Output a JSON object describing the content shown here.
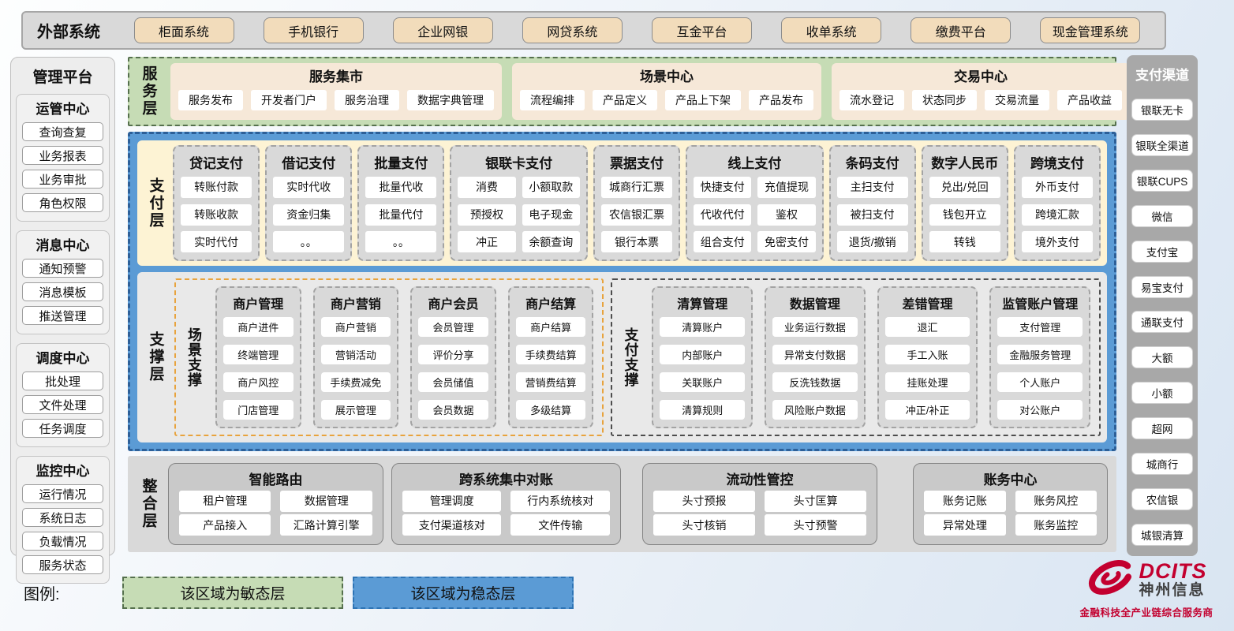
{
  "colors": {
    "stable_blue": "#5b9bd5",
    "agile_green": "#c6dcb5",
    "payment_cream": "#fdf3d4",
    "external_tan": "#f2dcbb",
    "orange_dash": "#e8a33d",
    "logo_red": "#c3002f"
  },
  "external": {
    "label": "外部系统",
    "items": [
      "柜面系统",
      "手机银行",
      "企业网银",
      "网贷系统",
      "互金平台",
      "收单系统",
      "缴费平台",
      "现金管理系统"
    ]
  },
  "mgmt": {
    "title": "管理平台",
    "sections": [
      {
        "title": "运管中心",
        "items": [
          "查询查复",
          "业务报表",
          "业务审批",
          "角色权限"
        ]
      },
      {
        "title": "消息中心",
        "items": [
          "通知预警",
          "消息模板",
          "推送管理"
        ]
      },
      {
        "title": "调度中心",
        "items": [
          "批处理",
          "文件处理",
          "任务调度"
        ]
      },
      {
        "title": "监控中心",
        "items": [
          "运行情况",
          "系统日志",
          "负载情况",
          "服务状态"
        ]
      }
    ]
  },
  "service": {
    "label": "服务层",
    "groups": [
      {
        "title": "服务集市",
        "items": [
          "服务发布",
          "开发者门户",
          "服务治理",
          "数据字典管理"
        ]
      },
      {
        "title": "场景中心",
        "items": [
          "流程编排",
          "产品定义",
          "产品上下架",
          "产品发布"
        ]
      },
      {
        "title": "交易中心",
        "items": [
          "流水登记",
          "状态同步",
          "交易流量",
          "产品收益"
        ]
      }
    ]
  },
  "payment": {
    "label": "支付层",
    "columns": [
      {
        "title": "贷记支付",
        "rows": [
          [
            "转账付款"
          ],
          [
            "转账收款"
          ],
          [
            "实时代付"
          ]
        ]
      },
      {
        "title": "借记支付",
        "rows": [
          [
            "实时代收"
          ],
          [
            "资金归集"
          ],
          [
            "。。"
          ]
        ]
      },
      {
        "title": "批量支付",
        "rows": [
          [
            "批量代收"
          ],
          [
            "批量代付"
          ],
          [
            "。。"
          ]
        ]
      },
      {
        "title": "银联卡支付",
        "rows": [
          [
            "消费",
            "小额取款"
          ],
          [
            "预授权",
            "电子现金"
          ],
          [
            "冲正",
            "余额查询"
          ]
        ]
      },
      {
        "title": "票据支付",
        "rows": [
          [
            "城商行汇票"
          ],
          [
            "农信银汇票"
          ],
          [
            "银行本票"
          ]
        ]
      },
      {
        "title": "线上支付",
        "rows": [
          [
            "快捷支付",
            "充值提现"
          ],
          [
            "代收代付",
            "鉴权"
          ],
          [
            "组合支付",
            "免密支付"
          ]
        ]
      },
      {
        "title": "条码支付",
        "rows": [
          [
            "主扫支付"
          ],
          [
            "被扫支付"
          ],
          [
            "退货/撤销"
          ]
        ]
      },
      {
        "title": "数字人民币",
        "rows": [
          [
            "兑出/兑回"
          ],
          [
            "钱包开立"
          ],
          [
            "转钱"
          ]
        ]
      },
      {
        "title": "跨境支付",
        "rows": [
          [
            "外币支付"
          ],
          [
            "跨境汇款"
          ],
          [
            "境外支付"
          ]
        ]
      }
    ]
  },
  "support": {
    "label": "支撑层",
    "groups": [
      {
        "label": "场景支撑",
        "columns": [
          {
            "title": "商户管理",
            "items": [
              "商户进件",
              "终端管理",
              "商户风控",
              "门店管理"
            ]
          },
          {
            "title": "商户营销",
            "items": [
              "商户营销",
              "营销活动",
              "手续费减免",
              "展示管理"
            ]
          },
          {
            "title": "商户会员",
            "items": [
              "会员管理",
              "评价分享",
              "会员储值",
              "会员数据"
            ]
          },
          {
            "title": "商户结算",
            "items": [
              "商户结算",
              "手续费结算",
              "营销费结算",
              "多级结算"
            ]
          }
        ]
      },
      {
        "label": "支付支撑",
        "columns": [
          {
            "title": "清算管理",
            "items": [
              "清算账户",
              "内部账户",
              "关联账户",
              "清算规则"
            ]
          },
          {
            "title": "数据管理",
            "items": [
              "业务运行数据",
              "异常支付数据",
              "反洗钱数据",
              "风险账户数据"
            ]
          },
          {
            "title": "差错管理",
            "items": [
              "退汇",
              "手工入账",
              "挂账处理",
              "冲正/补正"
            ]
          },
          {
            "title": "监管账户管理",
            "items": [
              "支付管理",
              "金融服务管理",
              "个人账户",
              "对公账户"
            ]
          }
        ]
      }
    ]
  },
  "integration": {
    "label": "整合层",
    "groups": [
      {
        "title": "智能路由",
        "rows": [
          [
            "租户管理",
            "数据管理"
          ],
          [
            "产品接入",
            "汇路计算引擎"
          ]
        ]
      },
      {
        "title": "跨系统集中对账",
        "rows": [
          [
            "管理调度",
            "行内系统核对"
          ],
          [
            "支付渠道核对",
            "文件传输"
          ]
        ]
      },
      {
        "title": "流动性管控",
        "rows": [
          [
            "头寸预报",
            "头寸匡算"
          ],
          [
            "头寸核销",
            "头寸预警"
          ]
        ]
      },
      {
        "title": "账务中心",
        "rows": [
          [
            "账务记账",
            "账务风控"
          ],
          [
            "异常处理",
            "账务监控"
          ]
        ]
      }
    ]
  },
  "channels": {
    "title": "支付渠道",
    "items": [
      "银联无卡",
      "银联全渠道",
      "银联CUPS",
      "微信",
      "支付宝",
      "易宝支付",
      "通联支付",
      "大额",
      "小额",
      "超网",
      "城商行",
      "农信银",
      "城银清算"
    ]
  },
  "legend": {
    "label": "图例:",
    "agile": "该区域为敏态层",
    "stable": "该区域为稳态层"
  },
  "logo": {
    "brand": "DCITS",
    "company": "神州信息",
    "tagline": "金融科技全产业链综合服务商"
  }
}
